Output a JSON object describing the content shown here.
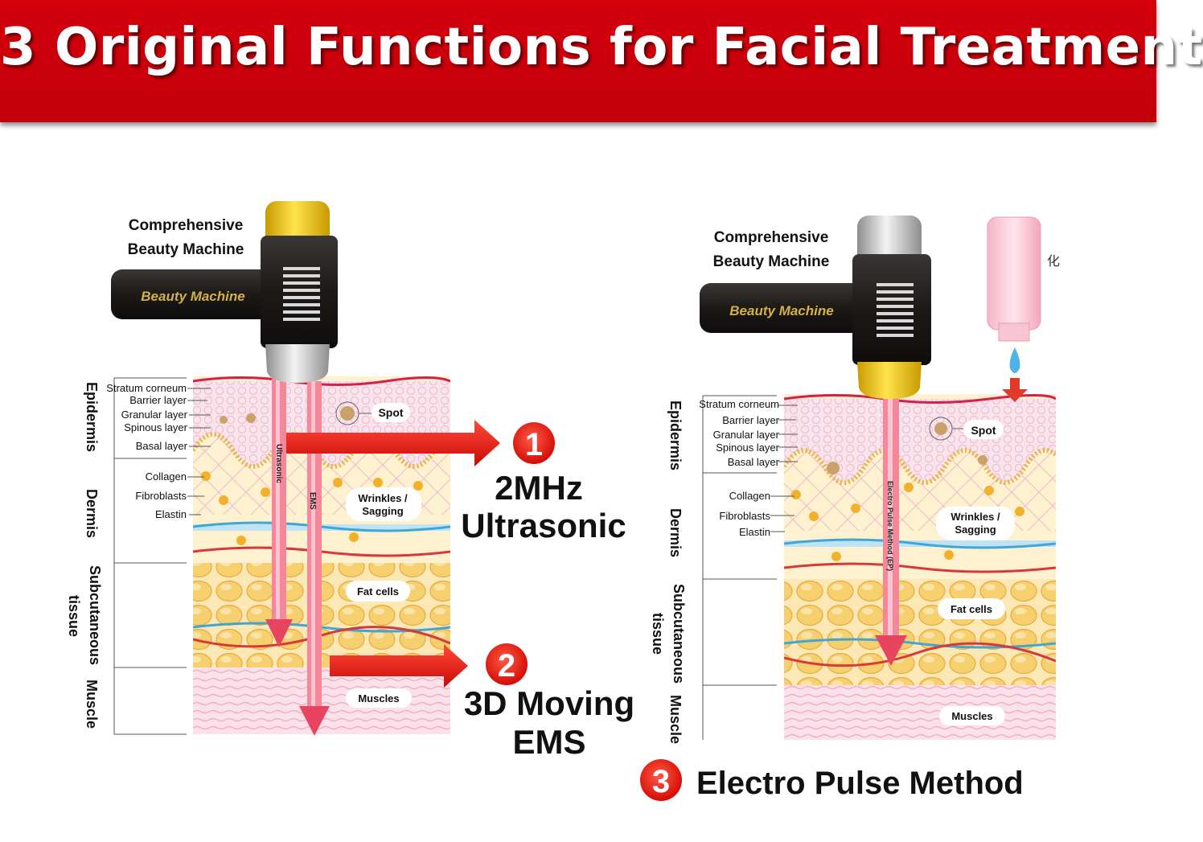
{
  "banner": {
    "title": "3 Original Functions for Facial Treatment"
  },
  "colors": {
    "banner_red": "#cc000b",
    "arrow_red": "#e0120f",
    "probe_pink": "#f0607a",
    "gold": "#f0c000"
  },
  "left_panel": {
    "machine_label": [
      "Comprehensive",
      "Beauty Machine"
    ],
    "device_brand": "Beauty Machine",
    "layer_groups": [
      "Epidermis",
      "Dermis",
      "Subcutaneous",
      "tissue",
      "Muscle"
    ],
    "layer_labels": [
      "Stratum corneum",
      "Barrier layer",
      "Granular layer",
      "Spinous layer",
      "Basal layer",
      "Collagen",
      "Fibroblasts",
      "Elastin"
    ],
    "callouts": {
      "spot": "Spot",
      "wrinkles_1": "Wrinkles /",
      "wrinkles_2": "Sagging",
      "fat": "Fat cells",
      "muscles": "Muscles"
    },
    "probe_labels": {
      "ultrasonic": "Ultrasonic",
      "ems": "EMS"
    }
  },
  "functions": {
    "f1": {
      "number": "1",
      "line1": "2MHz",
      "line2": "Ultrasonic"
    },
    "f2": {
      "number": "2",
      "line1": "3D Moving",
      "line2": "EMS"
    },
    "f3": {
      "number": "3",
      "label": "Electro Pulse Method"
    }
  },
  "right_panel": {
    "machine_label": [
      "Comprehensive",
      "Beauty Machine"
    ],
    "device_brand": "Beauty Machine",
    "bottle_text": "化",
    "layer_groups": [
      "Epidermis",
      "Dermis",
      "Subcutaneous",
      "tissue",
      "Muscle"
    ],
    "layer_labels": [
      "Stratum corneum",
      "Barrier layer",
      "Granular layer",
      "Spinous layer",
      "Basal layer",
      "Collagen",
      "Fibroblasts",
      "Elastin"
    ],
    "callouts": {
      "spot": "Spot",
      "wrinkles_1": "Wrinkles /",
      "wrinkles_2": "Sagging",
      "fat": "Fat cells",
      "muscles": "Muscles"
    },
    "probe_label": "Electro Pulse Method (EP)"
  }
}
